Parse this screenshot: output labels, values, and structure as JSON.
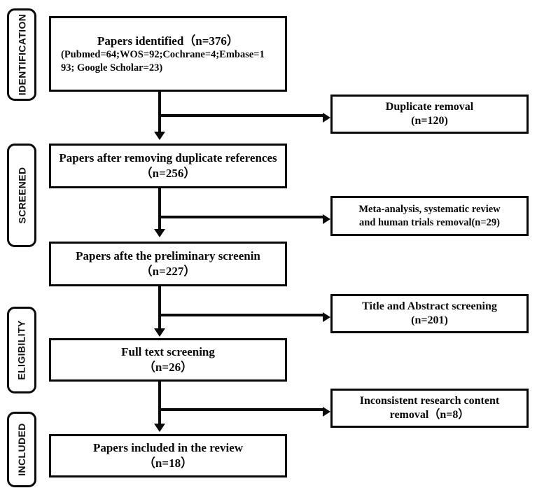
{
  "diagram": {
    "title": "PRISMA study selection flow diagram",
    "accent_color": "#0a0a0a",
    "background_color": "#ffffff"
  },
  "phases": [
    {
      "label": "IDENTIFICATION"
    },
    {
      "label": "SCREENED"
    },
    {
      "label": "ELIGIBILITY"
    },
    {
      "label": "INCLUDED"
    }
  ],
  "main_boxes": {
    "identified": {
      "line1": "Papers identified（n=376）",
      "line2": "(Pubmed=64;WOS=92;Cochrane=4;Embase=1",
      "line3": "93; Google Scholar=23)"
    },
    "after_duplicates": {
      "line1": "Papers after removing duplicate references",
      "line2": "（n=256）"
    },
    "after_preliminary": {
      "line1": "Papers afte the preliminary screenin",
      "line2": "（n=227）"
    },
    "full_text": {
      "line1": "Full text screening",
      "line2": "（n=26）"
    },
    "included": {
      "line1": "Papers included in the review",
      "line2": "（n=18）"
    }
  },
  "exclusion_boxes": {
    "duplicate_removal": {
      "line1": "Duplicate removal",
      "line2": "(n=120)"
    },
    "meta_analysis_removal": {
      "line1": "Meta-analysis, systematic review",
      "line2": "and human trials removal(n=29)"
    },
    "title_abstract_screening": {
      "line1": "Title and Abstract screening",
      "line2": "(n=201)"
    },
    "inconsistent_removal": {
      "line1": "Inconsistent research content",
      "line2": "removal（n=8）"
    }
  }
}
